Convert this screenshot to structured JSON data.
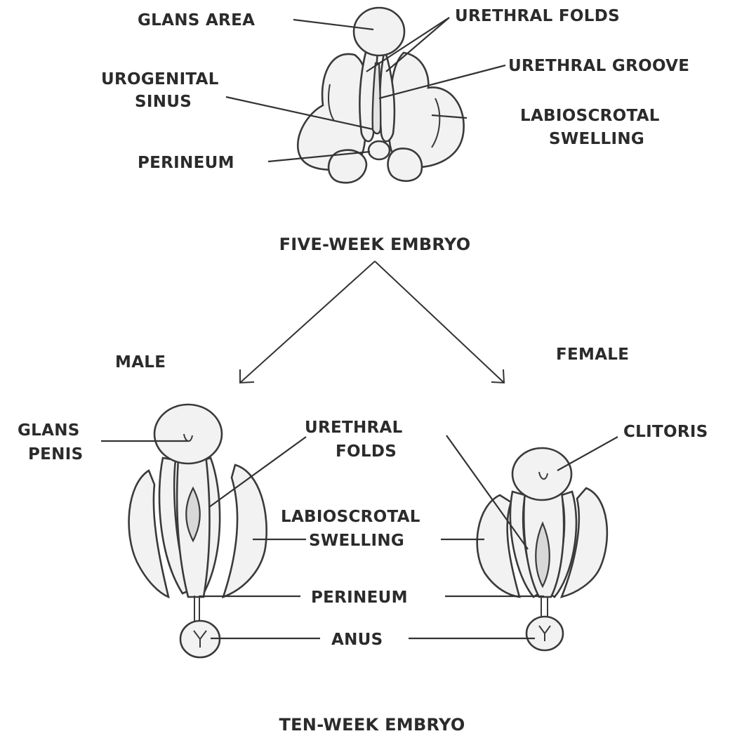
{
  "five_week": {
    "title": "FIVE-WEEK EMBRYO",
    "labels": {
      "glans_area": "GLANS AREA",
      "urethral_folds": "URETHRAL FOLDS",
      "urethral_groove": "URETHRAL GROOVE",
      "urogenital_sinus_1": "UROGENITAL",
      "urogenital_sinus_2": "SINUS",
      "labioscrotal_1": "LABIOSCROTAL",
      "labioscrotal_2": "SWELLING",
      "perineum": "PERINEUM"
    }
  },
  "branches": {
    "male": "MALE",
    "female": "FEMALE"
  },
  "ten_week": {
    "title": "TEN-WEEK EMBRYO",
    "labels": {
      "glans_penis_1": "GLANS",
      "glans_penis_2": "PENIS",
      "urethral_folds_1": "URETHRAL",
      "urethral_folds_2": "FOLDS",
      "clitoris": "CLITORIS",
      "labioscrotal_1": "LABIOSCROTAL",
      "labioscrotal_2": "SWELLING",
      "perineum": "PERINEUM",
      "anus": "ANUS"
    }
  }
}
